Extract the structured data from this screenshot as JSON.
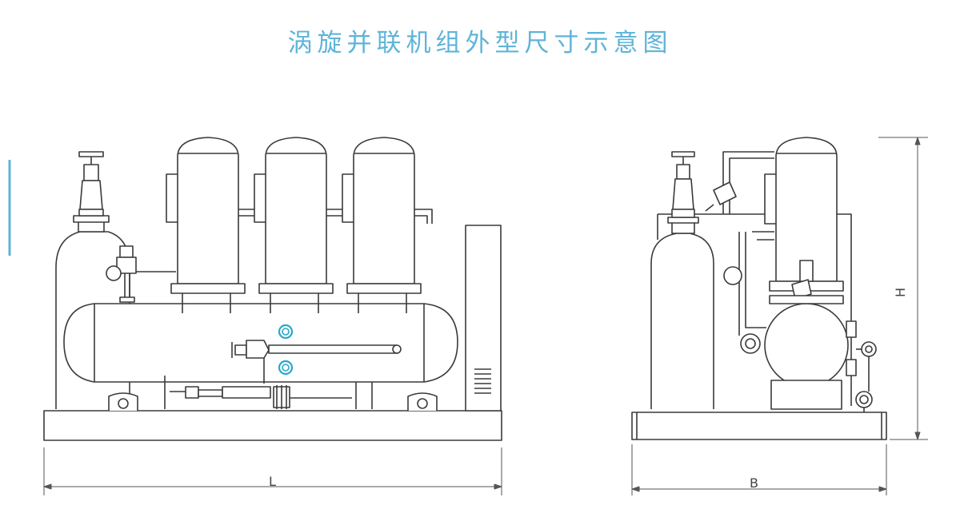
{
  "title": "涡旋并联机组外型尺寸示意图",
  "dimensions": {
    "length_label": "L",
    "width_label": "B",
    "height_label": "H"
  },
  "colors": {
    "title": "#5fb4d8",
    "line": "#3a3a3a",
    "sight_glass": "#2aa7c9",
    "accent_bar": "#5fb4d8"
  }
}
